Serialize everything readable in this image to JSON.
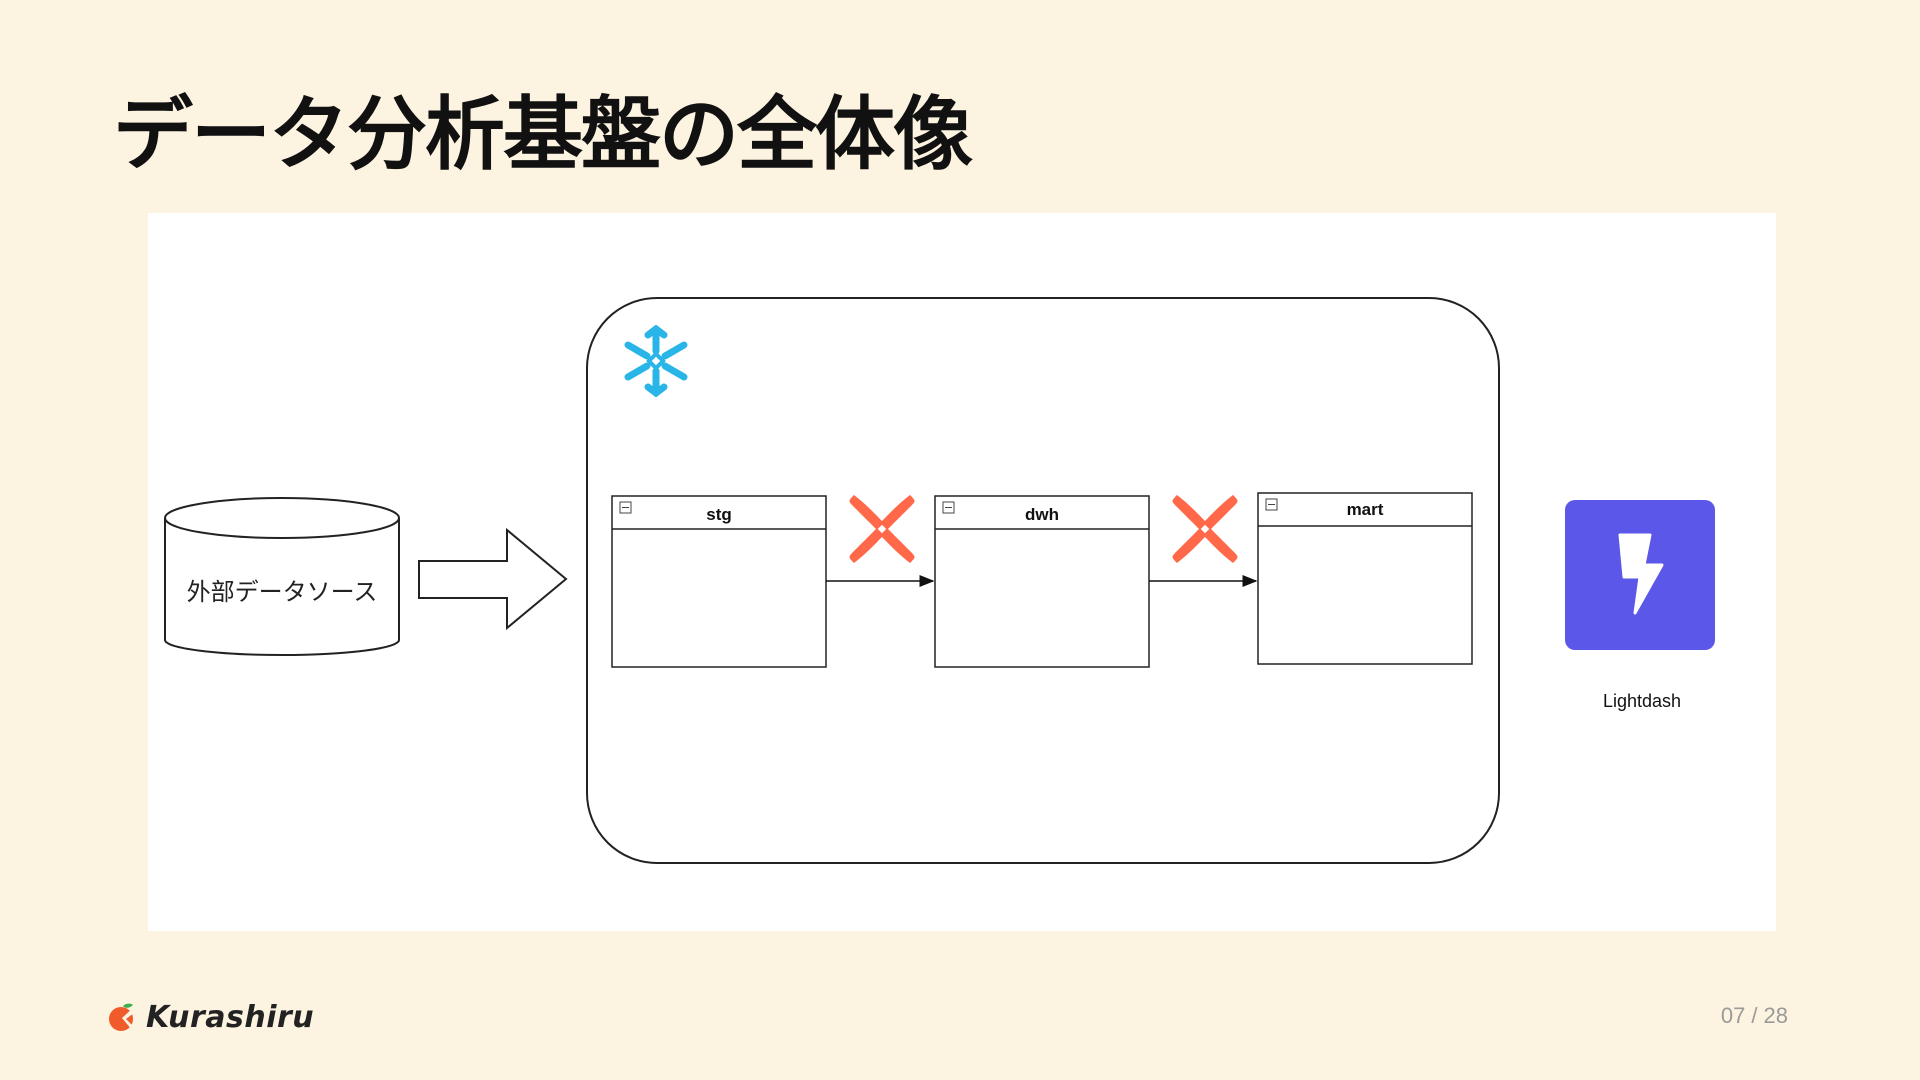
{
  "slide": {
    "title": "データ分析基盤の全体像"
  },
  "diagram": {
    "source_label": "外部データソース",
    "warehouse_icon": "snowflake-icon",
    "transform_icon": "dbt-icon",
    "bi_icon": "lightdash-icon",
    "tables": [
      {
        "label": "stg"
      },
      {
        "label": "dwh"
      },
      {
        "label": "mart"
      }
    ],
    "bi_label": "Lightdash",
    "colors": {
      "snowflake": "#29b5e8",
      "dbt": "#ff694a",
      "lightdash": "#5b57e8"
    }
  },
  "footer": {
    "brand": "Kurashiru",
    "logo_icon": "kurashiru-logo-icon",
    "page_current": "07",
    "page_separator": "/",
    "page_total": "28"
  }
}
